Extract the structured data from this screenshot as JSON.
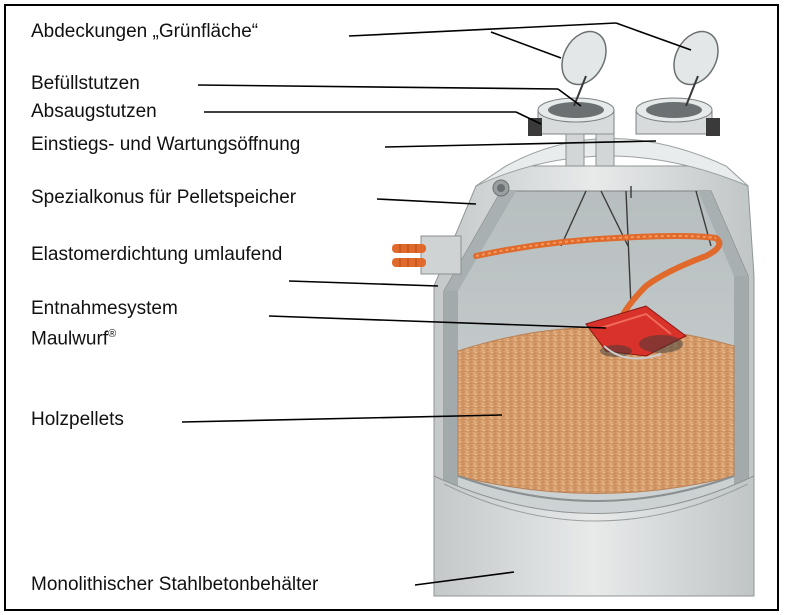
{
  "labels": {
    "covers": "Abdeckungen „Grünfläche“",
    "fill_nozzle": "Befüllstutzen",
    "suction_nozzle": "Absaugstutzen",
    "access_opening": "Einstiegs- und Wartungsöffnung",
    "cone": "Spezialkonus für Pelletspeicher",
    "seal": "Elastomerdichtung umlaufend",
    "extraction_line1": "Entnahmesystem",
    "extraction_line2": "Maulwurf",
    "extraction_reg": "®",
    "pellets": "Holzpellets",
    "container": "Monolithischer Stahlbetonbehälter"
  },
  "colors": {
    "concrete": "#d9dcdc",
    "concrete_dark": "#b9bebf",
    "interior": "#c9cfd0",
    "pellets": "#d9a06e",
    "hose": "#e06a2c",
    "mole": "#d8322a"
  }
}
